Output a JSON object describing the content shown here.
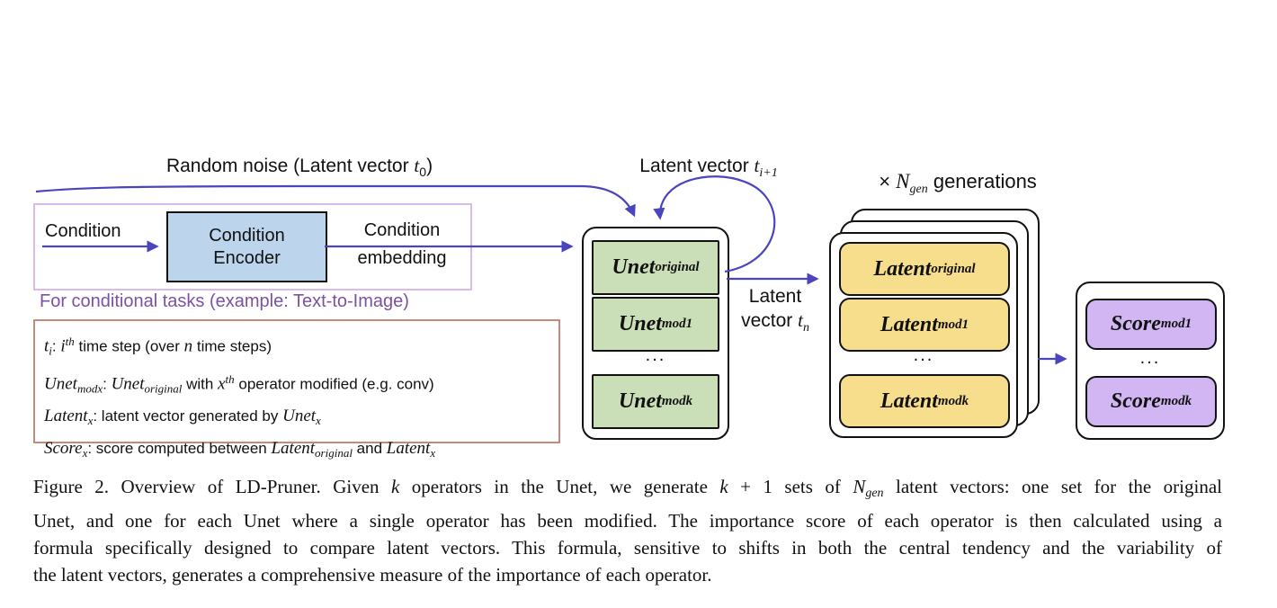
{
  "figure": {
    "arrow_color": "#4a45be",
    "labels": {
      "random_noise_pre": "Random noise (Latent vector ",
      "random_noise_var": "t",
      "random_noise_sub": "0",
      "random_noise_post": ")",
      "latent_next_pre": "Latent vector ",
      "latent_next_var": "t",
      "latent_next_sub": "i+1",
      "ngen_times": "× ",
      "ngen_var": "N",
      "ngen_sub": "gen",
      "ngen_post": " generations",
      "tn_line1": "Latent",
      "tn_line2_pre": "vector ",
      "tn_var": "t",
      "tn_sub": "n"
    },
    "condition": {
      "border_color": "#d8baec",
      "input": "Condition",
      "encoder_line1": "Condition",
      "encoder_line2": "Encoder",
      "encoder_fill": "#bcd4ec",
      "embedding_line1": "Condition",
      "embedding_line2": "embedding",
      "note": "For conditional tasks (example: Text-to-Image)",
      "note_color": "#7b51a3"
    },
    "legend": {
      "border_color": "#c48a7c",
      "l1": {
        "m1": "t",
        "m1sub": "i",
        "r1": ": ",
        "m2": "i",
        "m2sup": "th",
        "r2": " time step (over ",
        "m3": "n",
        "r3": " time steps)"
      },
      "l2": {
        "m1": "Unet",
        "m1sub": "modx",
        "r1": ": ",
        "m2": "Unet",
        "m2sub": "original",
        "r2": " with ",
        "m3": "x",
        "m3sup": "th",
        "r3": " operator modified (e.g. conv)"
      },
      "l3": {
        "m1": "Latent",
        "m1sub": "x",
        "r1": ": latent vector generated by ",
        "m2": "Unet",
        "m2sub": "x"
      },
      "l4": {
        "m1": "Score",
        "m1sub": "x",
        "r1": ": score computed between ",
        "m2": "Latent",
        "m2sub": "original",
        "r2": " and ",
        "m3": "Latent",
        "m3sub": "x"
      }
    },
    "unet": {
      "fill": "#cadfb8",
      "dots": "...",
      "items": [
        {
          "base": "Unet",
          "sub": "original"
        },
        {
          "base": "Unet",
          "sub": "mod1"
        },
        {
          "base": "Unet",
          "sub": "modk"
        }
      ]
    },
    "latent": {
      "fill": "#f7de8d",
      "dots": "...",
      "items": [
        {
          "base": "Latent",
          "sub": "original"
        },
        {
          "base": "Latent",
          "sub": "mod1"
        },
        {
          "base": "Latent",
          "sub": "modk"
        }
      ]
    },
    "score": {
      "fill": "#d2b6f3",
      "dots": "...",
      "items": [
        {
          "base": "Score",
          "sub": "mod1"
        },
        {
          "base": "Score",
          "sub": "modk"
        }
      ]
    }
  },
  "caption": {
    "l1_s1": "Figure 2. Overview of LD-Pruner. Given ",
    "l1_k1": "k",
    "l1_s2": " operators in the Unet, we generate ",
    "l1_k2": "k",
    "l1_s3": " + 1 sets of ",
    "l1_n": "N",
    "l1_nsub": "gen",
    "l1_s4": " latent vectors: one set for the original",
    "l2": "Unet, and one for each Unet where a single operator has been modified. The importance score of each operator is then calculated using a",
    "l3": "formula specifically designed to compare latent vectors. This formula, sensitive to shifts in both the central tendency and the variability of",
    "l4": "the latent vectors, generates a comprehensive measure of the importance of each operator."
  }
}
